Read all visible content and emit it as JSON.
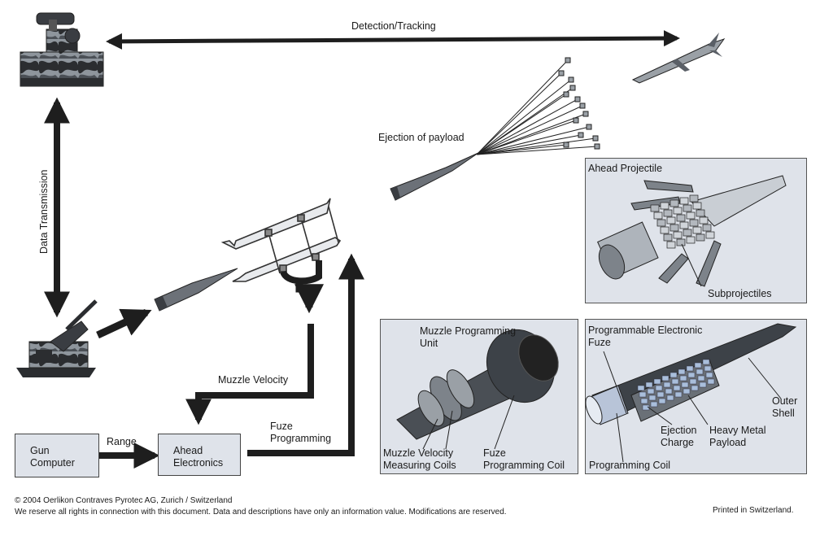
{
  "labels": {
    "detection_tracking": "Detection/Tracking",
    "data_transmission": "Data Transmission",
    "ejection_of_payload": "Ejection of payload",
    "muzzle_velocity": "Muzzle Velocity",
    "range": "Range",
    "fuze_programming": "Fuze\nProgramming"
  },
  "boxes": {
    "gun_computer": "Gun\nComputer",
    "ahead_electronics": "Ahead\nElectronics"
  },
  "panels": {
    "ahead_projectile": {
      "title": "Ahead Projectile",
      "subprojectiles": "Subprojectiles"
    },
    "muzzle_unit": {
      "title": "Muzzle Programming\nUnit",
      "measuring_coils": "Muzzle Velocity\nMeasuring Coils",
      "programming_coil": "Fuze\nProgramming Coil"
    },
    "fuze": {
      "title": "Programmable Electronic\nFuze",
      "ejection_charge": "Ejection\nCharge",
      "heavy_metal_payload": "Heavy Metal\nPayload",
      "outer_shell": "Outer\nShell",
      "programming_coil": "Programming Coil"
    }
  },
  "footer": {
    "copyright": "© 2004 Oerlikon Contraves Pyrotec AG, Zurich / Switzerland",
    "rights": "We reserve all rights in connection with this document. Data and descriptions have only an information value. Modifications are reserved.",
    "printed": "Printed in Switzerland."
  },
  "colors": {
    "arrow": "#1e1e1e",
    "panel_bg": "#dfe3ea",
    "camo_dark": "#2b2d30",
    "camo_light": "#8e959c",
    "metal": "#9aa0a6"
  }
}
